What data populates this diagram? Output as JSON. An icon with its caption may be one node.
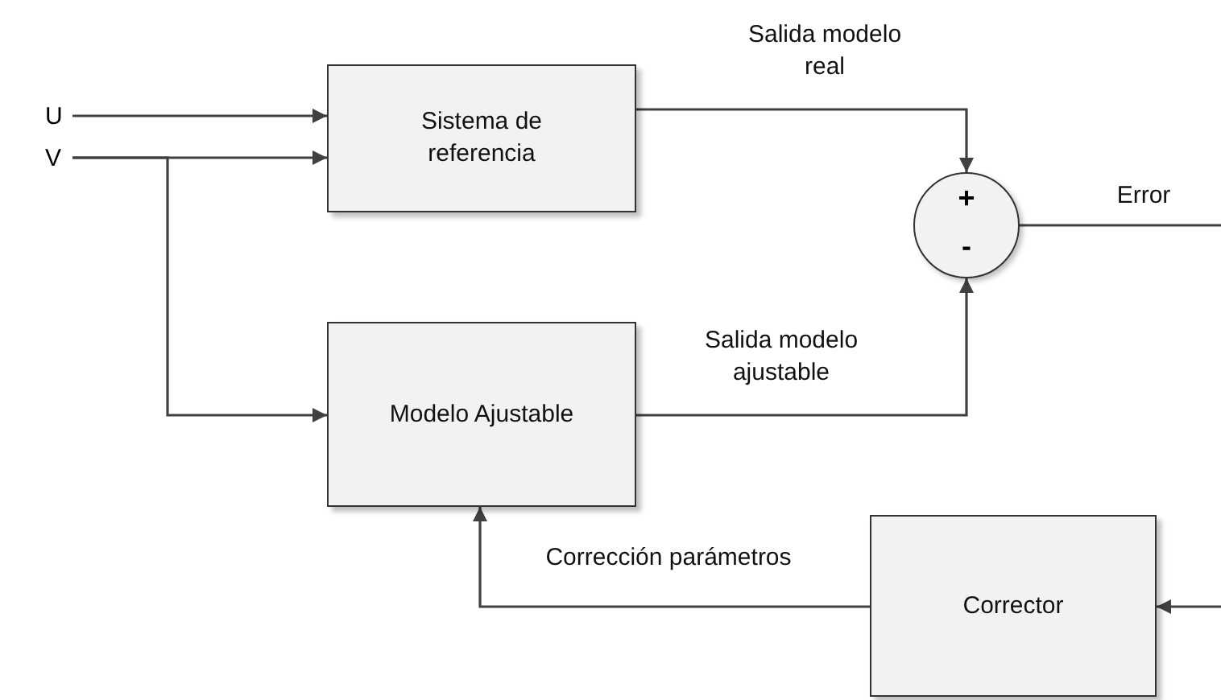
{
  "diagram": {
    "nodes": [
      {
        "text": [
          "U"
        ]
      },
      {
        "text": [
          "V"
        ]
      },
      {
        "text": [
          "Sistema de referencia"
        ]
      },
      {
        "text": [
          "Modelo Ajustable"
        ]
      },
      {
        "text": [
          "+",
          "-"
        ]
      },
      {
        "text": [
          "Corrector"
        ]
      }
    ],
    "edges": [
      {
        "from": 0,
        "to": 2,
        "arrow": "to"
      },
      {
        "from": 1,
        "to": 2,
        "arrow": "to"
      },
      {
        "from": 1,
        "to": 3,
        "arrow": "to"
      },
      {
        "from": 2,
        "to": 4,
        "arrow": "to",
        "label": "Salida modelo real"
      },
      {
        "from": 3,
        "to": 4,
        "arrow": "to",
        "label": "Salida modelo ajustable"
      },
      {
        "from": 4,
        "to": null,
        "arrow": "none",
        "label": "Error"
      },
      {
        "from": null,
        "to": 5,
        "arrow": "to"
      },
      {
        "from": 5,
        "to": 3,
        "arrow": "to",
        "label": "Corrección parámetros"
      }
    ]
  }
}
